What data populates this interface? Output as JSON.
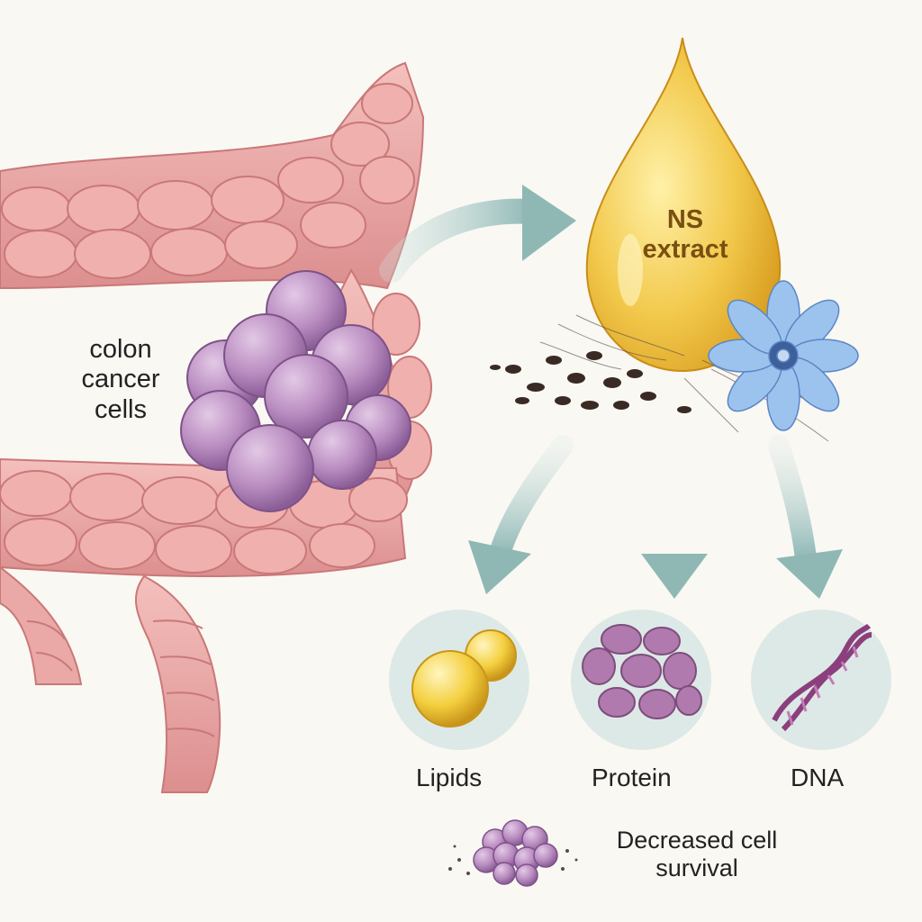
{
  "figure": {
    "tumor_label": [
      "colon",
      "cancer",
      "cells"
    ],
    "extract_label": [
      "NS",
      "extract"
    ],
    "targets": {
      "lipids": "Lipids",
      "protein": "Protein",
      "dna": "DNA"
    },
    "outcome_label": [
      "Decreased cell",
      "survival"
    ]
  },
  "colors": {
    "background": "#faf8f3",
    "colon": "#e9a3a3",
    "colon_dark": "#c97878",
    "tumor": "#b98cc0",
    "tumor_dark": "#8a5d97",
    "oil": "#f2c94c",
    "oil_dark": "#d79a1c",
    "arrow": "#8fb8b5",
    "flower": "#8ab4e6",
    "seed": "#3a2a24",
    "target_circle": "#dde9e6"
  }
}
